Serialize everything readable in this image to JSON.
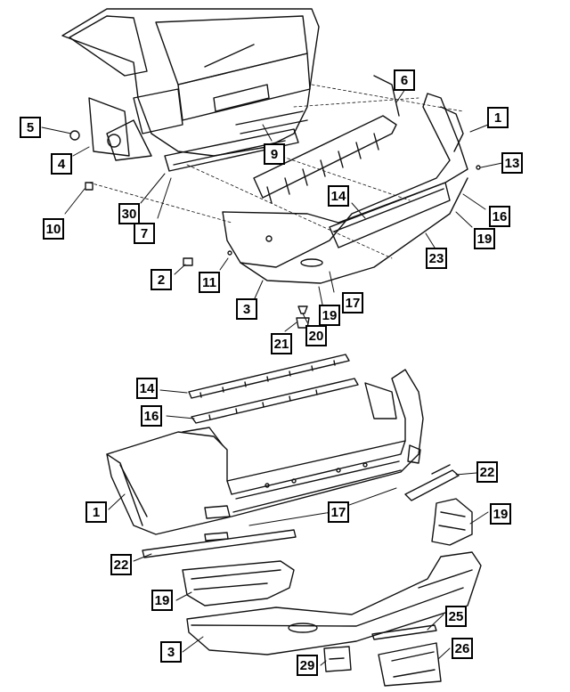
{
  "diagram": {
    "callouts": [
      {
        "id": "c6",
        "label": "6"
      },
      {
        "id": "c1a",
        "label": "1"
      },
      {
        "id": "c5",
        "label": "5"
      },
      {
        "id": "c13",
        "label": "13"
      },
      {
        "id": "c4",
        "label": "4"
      },
      {
        "id": "c9",
        "label": "9"
      },
      {
        "id": "c16a",
        "label": "16"
      },
      {
        "id": "c14a",
        "label": "14"
      },
      {
        "id": "c30",
        "label": "30"
      },
      {
        "id": "c10",
        "label": "10"
      },
      {
        "id": "c7",
        "label": "7"
      },
      {
        "id": "c19a",
        "label": "19"
      },
      {
        "id": "c23",
        "label": "23"
      },
      {
        "id": "c2",
        "label": "2"
      },
      {
        "id": "c11",
        "label": "11"
      },
      {
        "id": "c3a",
        "label": "3"
      },
      {
        "id": "c17a",
        "label": "17"
      },
      {
        "id": "c19b",
        "label": "19"
      },
      {
        "id": "c21",
        "label": "21"
      },
      {
        "id": "c20",
        "label": "20"
      },
      {
        "id": "c14b",
        "label": "14"
      },
      {
        "id": "c16b",
        "label": "16"
      },
      {
        "id": "c22a",
        "label": "22"
      },
      {
        "id": "c1b",
        "label": "1"
      },
      {
        "id": "c17b",
        "label": "17"
      },
      {
        "id": "c19c",
        "label": "19"
      },
      {
        "id": "c22b",
        "label": "22"
      },
      {
        "id": "c19d",
        "label": "19"
      },
      {
        "id": "c25",
        "label": "25"
      },
      {
        "id": "c3b",
        "label": "3"
      },
      {
        "id": "c26",
        "label": "26"
      },
      {
        "id": "c29",
        "label": "29"
      }
    ]
  }
}
